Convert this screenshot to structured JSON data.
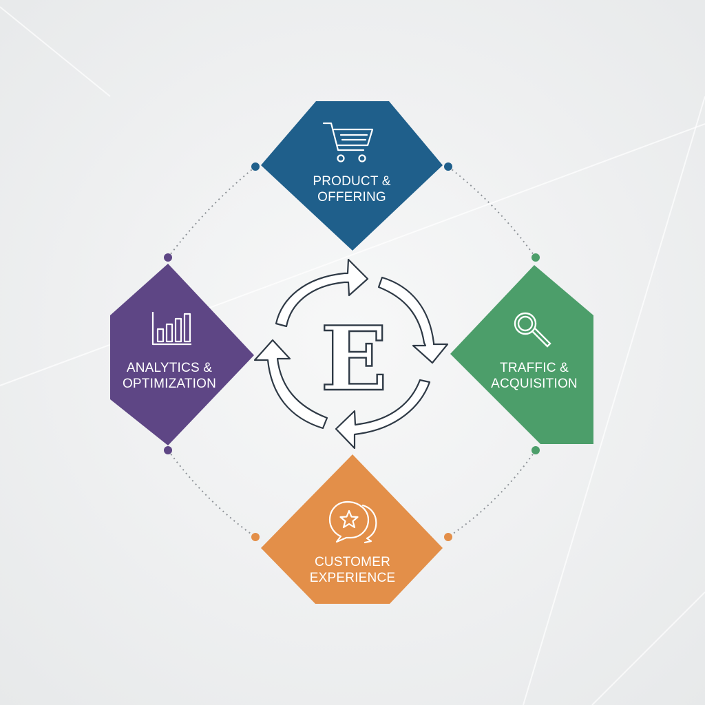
{
  "center": {
    "letter": "E",
    "icon": "cycle-arrows-icon"
  },
  "nodes": {
    "product": {
      "line1": "PRODUCT &",
      "line2": "OFFERING",
      "color": "#1f5f8b",
      "icon": "shopping-cart-icon"
    },
    "traffic": {
      "line1": "TRAFFIC &",
      "line2": "ACQUISITION",
      "color": "#4c9e6a",
      "icon": "magnifier-icon"
    },
    "customer": {
      "line1": "CUSTOMER",
      "line2": "EXPERIENCE",
      "color": "#e38f49",
      "icon": "chat-star-icon"
    },
    "analytics": {
      "line1": "ANALYTICS &",
      "line2": "OPTIMIZATION",
      "color": "#5e4685",
      "icon": "bar-chart-icon"
    }
  },
  "outline_color": "#2f3a46",
  "connector_color": "#8e9398"
}
